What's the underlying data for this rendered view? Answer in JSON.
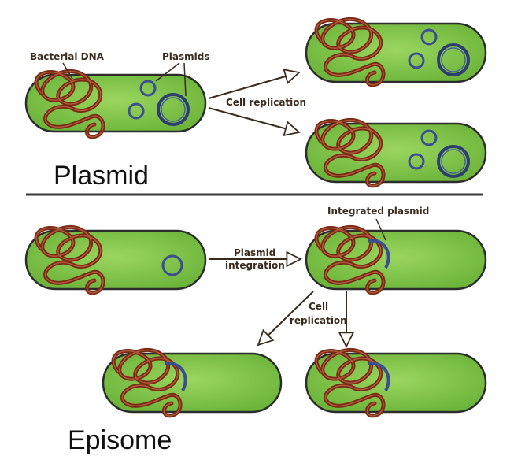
{
  "colors": {
    "cell_fill": "#7ac143",
    "cell_highlight": "#9bd65f",
    "cell_stroke": "#2c2c2c",
    "dna": "#7a2a14",
    "plasmid": "#3a4f8f",
    "arrow": "#3a2a1c",
    "divider": "#3a3a3a"
  },
  "plasmid_section": {
    "title": "Plasmid",
    "label_bacterial_dna": "Bacterial DNA",
    "label_plasmids": "Plasmids",
    "label_cell_replication": "Cell replication"
  },
  "episome_section": {
    "title": "Episome",
    "label_plasmid_integration_line1": "Plasmid",
    "label_plasmid_integration_line2": "integration",
    "label_integrated_plasmid": "Integrated plasmid",
    "label_cell_replication_line1": "Cell",
    "label_cell_replication_line2": "replication"
  }
}
